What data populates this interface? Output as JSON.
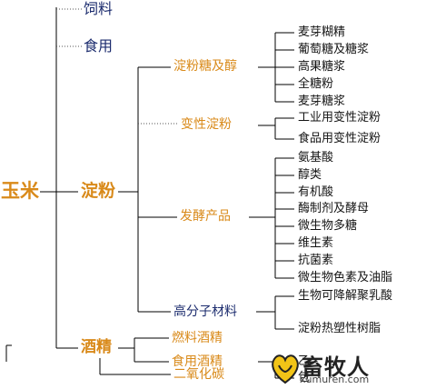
{
  "root": "玉米",
  "level1": {
    "feed": "饲料",
    "food": "食用",
    "starch": "淀粉",
    "alcohol": "酒精"
  },
  "starch_branches": {
    "sugar_alcohol": "淀粉糖及醇",
    "modified": "变性淀粉",
    "fermentation": "发酵产品",
    "polymer": "高分子材料"
  },
  "sugar_alcohol_items": [
    "麦芽糊精",
    "葡萄糖及糖浆",
    "高果糖浆",
    "全糖粉",
    "麦芽糖浆"
  ],
  "modified_items": [
    "工业用变性淀粉",
    "食品用变性淀粉"
  ],
  "fermentation_items": [
    "氨基酸",
    "醇类",
    "有机酸",
    "酶制剂及酵母",
    "微生物多糖",
    "维生素",
    "抗菌素",
    "微生物色素及油脂"
  ],
  "polymer_items": [
    "生物可降解聚乳酸",
    "淀粉热塑性树脂"
  ],
  "alcohol_branches": {
    "fuel": "燃料酒精",
    "edible": "食用酒精",
    "co2": "二氧化碳"
  },
  "alcohol_partial": {
    "item1": "乙",
    "item2": "包"
  },
  "watermark": {
    "cn": "畜牧人",
    "en": "xumuren.com"
  },
  "colors": {
    "branch_orange": "#d98a1a",
    "level_navy": "#1c2c6e",
    "text_dark": "#151515",
    "logo_yellow": "#f2c417"
  }
}
